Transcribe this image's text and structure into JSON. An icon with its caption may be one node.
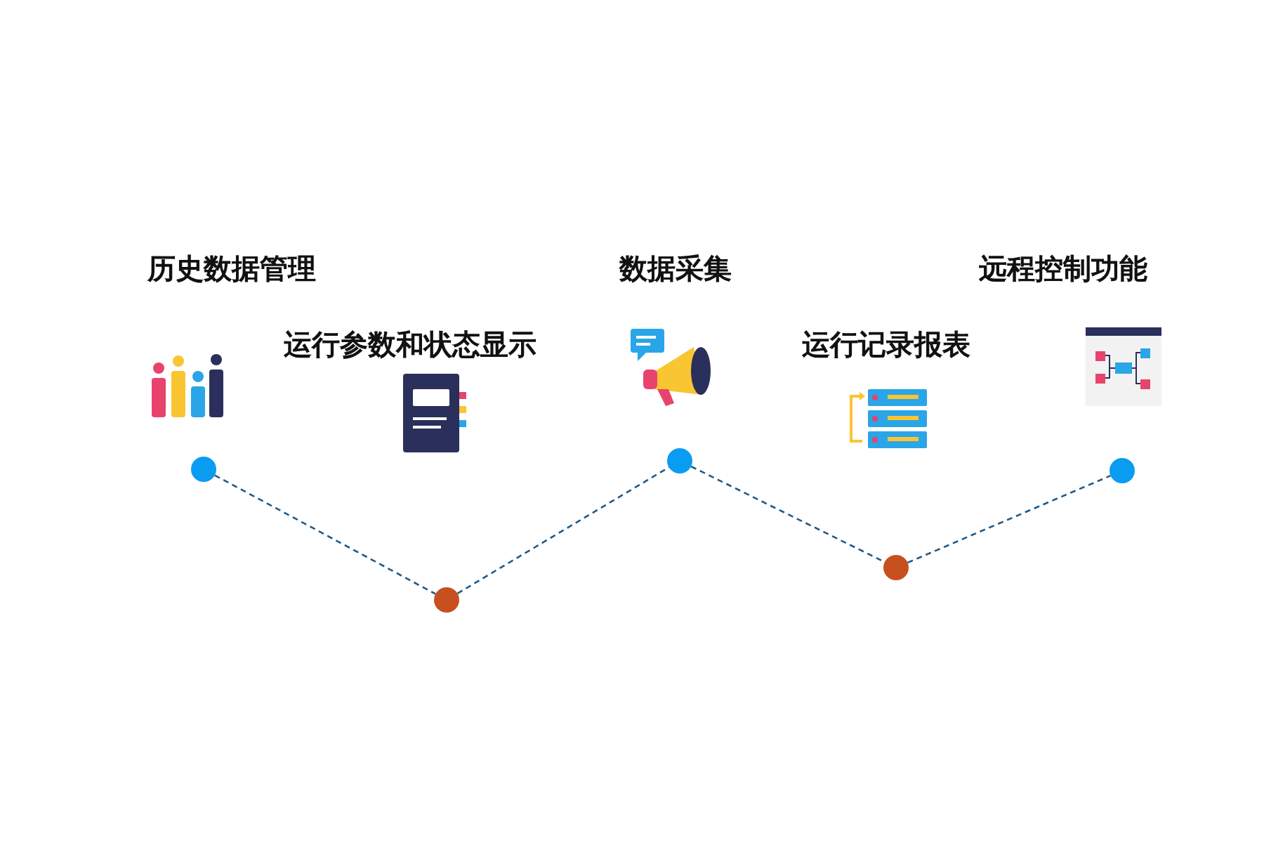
{
  "diagram": {
    "nodes": [
      {
        "text": [],
        "shape": "circle"
      },
      {
        "text": [],
        "shape": "circle"
      },
      {
        "text": [],
        "shape": "circle"
      },
      {
        "text": [],
        "shape": "circle"
      },
      {
        "text": [],
        "shape": "circle"
      }
    ],
    "edges": [
      {
        "from": 0,
        "to": 1,
        "arrow": "none",
        "style": "dashed"
      },
      {
        "from": 1,
        "to": 2,
        "arrow": "none",
        "style": "dashed"
      },
      {
        "from": 2,
        "to": 3,
        "arrow": "none",
        "style": "dashed"
      },
      {
        "from": 3,
        "to": 4,
        "arrow": "none",
        "style": "dashed"
      }
    ],
    "labels": [
      "历史数据管理",
      "运行参数和状态显示",
      "数据采集",
      "运行记录报表",
      "远程控制功能"
    ]
  }
}
